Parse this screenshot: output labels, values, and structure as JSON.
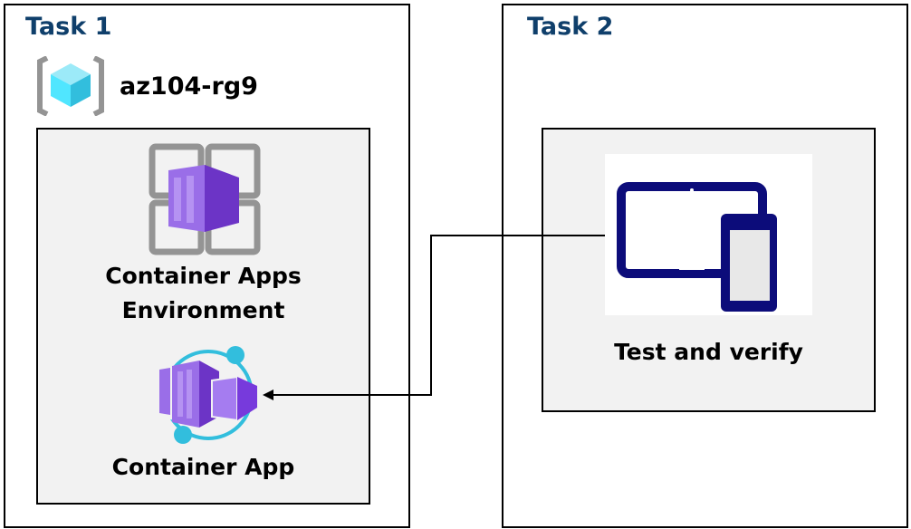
{
  "task1": {
    "title": "Task 1",
    "resource_group": {
      "name": "az104-rg9",
      "icon": "resource-group-icon"
    },
    "environment": {
      "label_line1": "Container Apps",
      "label_line2": "Environment",
      "icon": "container-apps-environment-icon"
    },
    "app": {
      "label": "Container App",
      "icon": "container-app-icon"
    }
  },
  "task2": {
    "title": "Task 2",
    "test": {
      "label": "Test and verify",
      "icon": "tablet-phone-icon"
    }
  },
  "colors": {
    "title": "#0f3f6b",
    "purple": "#773adc",
    "cyan": "#32bedd",
    "device": "#0c0c7a",
    "panel": "#f2f2f2"
  }
}
